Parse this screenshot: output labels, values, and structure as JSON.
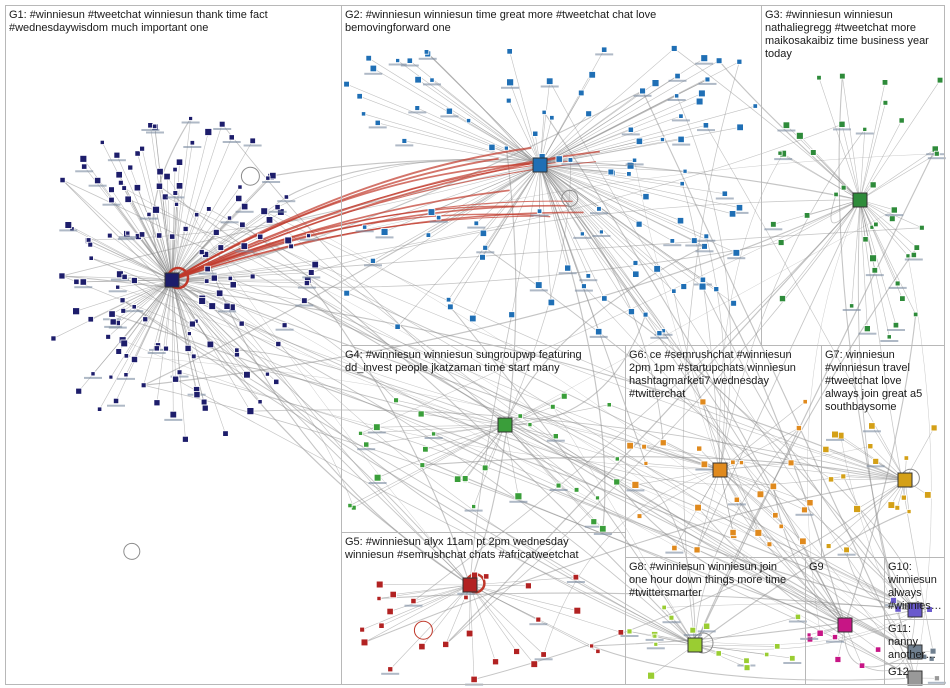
{
  "groups": [
    {
      "id": "G1",
      "label": "G1: #winniesun #tweetchat winniesun thank time fact\n#wednesdaywisdom much important one"
    },
    {
      "id": "G2",
      "label": "G2: #winniesun winniesun time great more #tweetchat chat love\nbemovingforward one"
    },
    {
      "id": "G3",
      "label": "G3: #winniesun winniesun\nnathaliegregg #tweetchat more\nmaikosakaibiz time business year\ntoday"
    },
    {
      "id": "G4",
      "label": "G4: #winniesun winniesun sungroupwp featuring\ndd_invest people jkatzaman time start many"
    },
    {
      "id": "G5",
      "label": "G5: #winniesun alyx 11am pt 2pm wednesday\nwinniesun #semrushchat chats #africatweetchat"
    },
    {
      "id": "G6",
      "label": "G6: ce #semrushchat #winniesun\n2pm 1pm #startupchats winniesun\nhashtagmarketi7 wednesday\n#twitterchat"
    },
    {
      "id": "G7",
      "label": "G7: winniesun\n#winniesun travel\n#tweetchat love\nalways join great a5\nsouthbaysome"
    },
    {
      "id": "G8",
      "label": "G8: #winniesun winniesun join\none hour down things more time\n#twittersmarter"
    },
    {
      "id": "G9",
      "label": "G9"
    },
    {
      "id": "G10",
      "label": "G10:\nwinniesun\nalways\n#winnies…"
    },
    {
      "id": "G11",
      "label": "G11:\nnanny\nanother…"
    },
    {
      "id": "G12",
      "label": "G12"
    }
  ],
  "colors": {
    "background": "#ffffff",
    "border": "#b8b8b8",
    "edge": "#8c8c8c",
    "edge_highlight": "#c0392b",
    "g1": "#1d1d6b",
    "g2": "#1f6fb5",
    "g3": "#2e8b3a",
    "g4": "#3a9e3a",
    "g5": "#b22222",
    "g6": "#e08a1e",
    "g7": "#d4a017",
    "g8": "#9acd32",
    "g9": "#c71585",
    "g10": "#6a5acd",
    "g11": "#708090",
    "g12": "#999999"
  }
}
